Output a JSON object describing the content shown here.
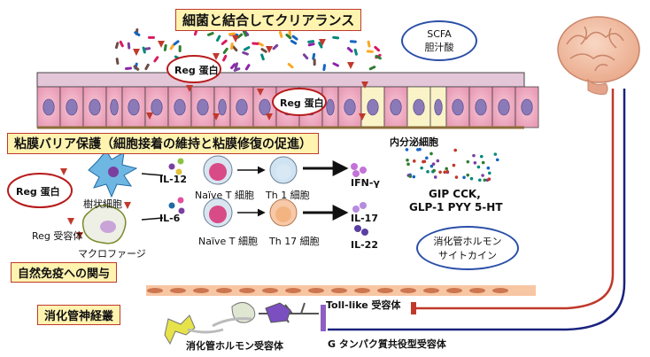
{
  "banners": {
    "clearance": "細菌と結合してクリアランス",
    "barrier": "粘膜バリア保護（細胞接着の維持と粘膜修復の促進）",
    "innate": "自然免疫への関与",
    "enteric_plexus": "消化管神経叢"
  },
  "reg_labels": {
    "reg_top": "Reg 蛋白",
    "reg_mid": "Reg 蛋白",
    "reg_left": "Reg 蛋白"
  },
  "scfa": {
    "line1": "SCFA",
    "line2": "胆汁酸"
  },
  "endocrine": {
    "cell_label": "内分泌細胞",
    "hormones_line1": "GIP CCK,",
    "hormones_line2": "GLP-1 PYY 5-HT",
    "oval_line1": "消化管ホルモン",
    "oval_line2": "サイトカイン"
  },
  "immune": {
    "dendritic": "樹状細胞",
    "reg_receptor": "Reg 受容体",
    "macrophage": "マクロファージ",
    "il12": "IL-12",
    "il6": "IL-6",
    "naive1": "Naïve T 細胞",
    "naive2": "Naïve T 細胞",
    "th1": "Th 1 細胞",
    "th17": "Th 17 細胞",
    "ifn": "IFN-γ",
    "il17": "IL-17",
    "il22": "IL-22"
  },
  "neural": {
    "toll": "Toll-like 受容体",
    "gpcr": "G タンパク質共役型受容体",
    "hormone_receptor": "消化管ホルモン受容体"
  },
  "colors": {
    "accent_red": "#c0392b",
    "nerve_blue": "#1a237e",
    "banner_fill": "#fff3b0"
  }
}
